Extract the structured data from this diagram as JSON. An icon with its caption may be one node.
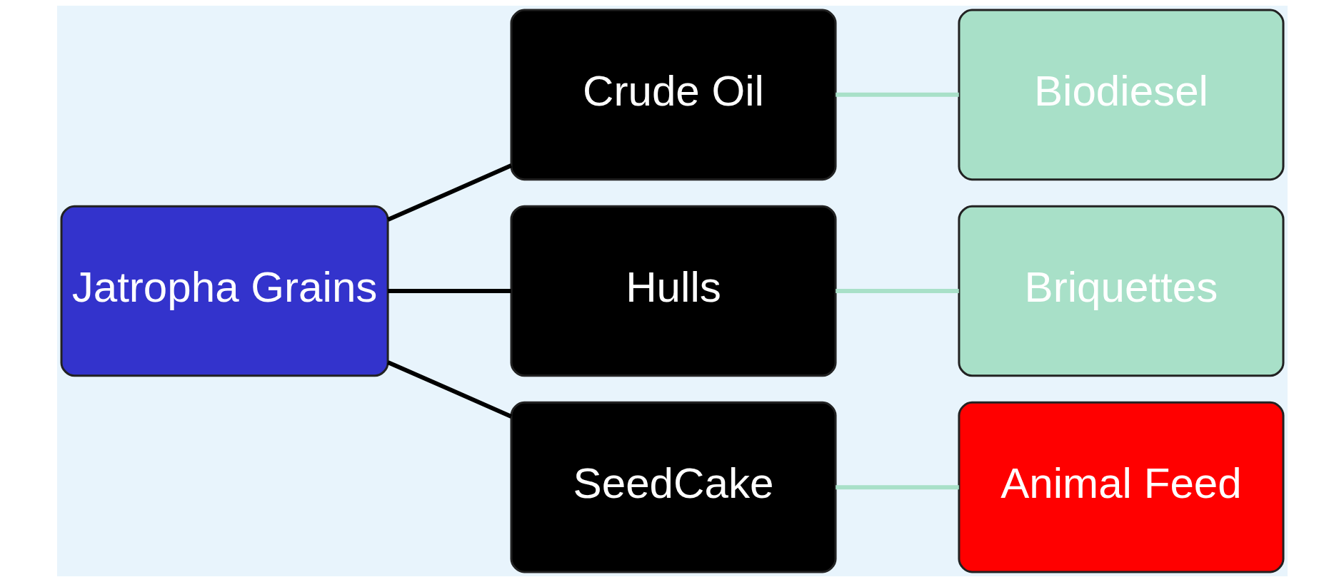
{
  "diagram": {
    "nodes": [
      {
        "text": [
          "Jatropha Grains"
        ]
      },
      {
        "text": [
          "Crude Oil"
        ]
      },
      {
        "text": [
          "Biodiesel"
        ]
      },
      {
        "text": [
          "Hulls"
        ]
      },
      {
        "text": [
          "Briquettes"
        ]
      },
      {
        "text": [
          "SeedCake"
        ]
      },
      {
        "text": [
          "Animal Feed"
        ]
      }
    ],
    "edges": [
      {
        "from": 0,
        "to": 1,
        "arrow": "none"
      },
      {
        "from": 0,
        "to": 3,
        "arrow": "none"
      },
      {
        "from": 0,
        "to": 5,
        "arrow": "none"
      },
      {
        "from": 1,
        "to": 2,
        "arrow": "none",
        "color": "#a8e0c8"
      },
      {
        "from": 3,
        "to": 4,
        "arrow": "none",
        "color": "#a8e0c8"
      },
      {
        "from": 5,
        "to": 6,
        "arrow": "none",
        "color": "#a8e0c8"
      }
    ]
  }
}
